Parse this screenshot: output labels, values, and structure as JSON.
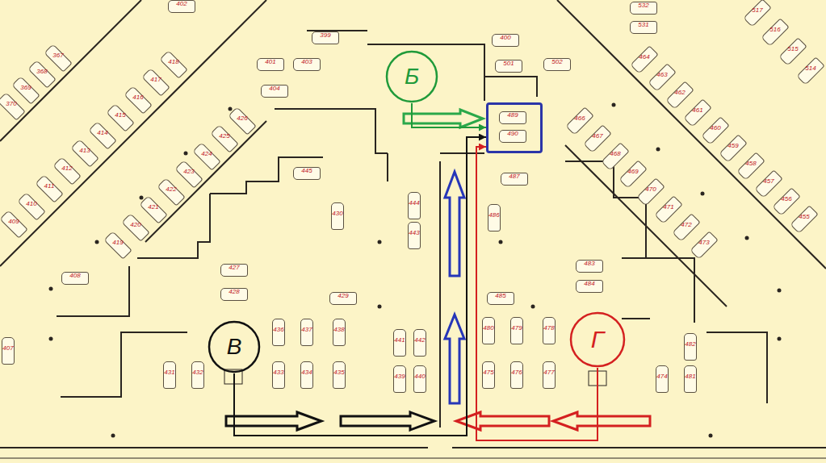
{
  "diagram": {
    "nodes": [
      {
        "text": [
          "Б"
        ]
      },
      {
        "text": [
          "489",
          "490"
        ]
      },
      {
        "text": [
          "В"
        ]
      },
      {
        "text": [
          "Г"
        ]
      }
    ],
    "edges": [
      {
        "from": 0,
        "to": 1,
        "arrow": "to"
      },
      {
        "from": 2,
        "to": 1,
        "arrow": "to"
      },
      {
        "from": 3,
        "to": 1,
        "arrow": "to"
      }
    ],
    "labels": [
      "402",
      "399",
      "400",
      "532",
      "531",
      "367",
      "368",
      "369",
      "370",
      "517",
      "516",
      "515",
      "514",
      "418",
      "417",
      "416",
      "415",
      "414",
      "413",
      "412",
      "411",
      "410",
      "409",
      "426",
      "425",
      "424",
      "423",
      "422",
      "421",
      "420",
      "419",
      "464",
      "463",
      "462",
      "461",
      "460",
      "459",
      "458",
      "457",
      "456",
      "455",
      "466",
      "467",
      "468",
      "469",
      "470",
      "471",
      "472",
      "473",
      "401",
      "403",
      "404",
      "502",
      "501",
      "427",
      "428",
      "429",
      "430",
      "444",
      "443",
      "445",
      "487",
      "486",
      "485",
      "484",
      "483",
      "408",
      "407",
      "436",
      "437",
      "438",
      "433",
      "434",
      "435",
      "432",
      "431",
      "441",
      "442",
      "439",
      "440",
      "480",
      "479",
      "478",
      "475",
      "476",
      "477",
      "474",
      "482",
      "481"
    ]
  }
}
